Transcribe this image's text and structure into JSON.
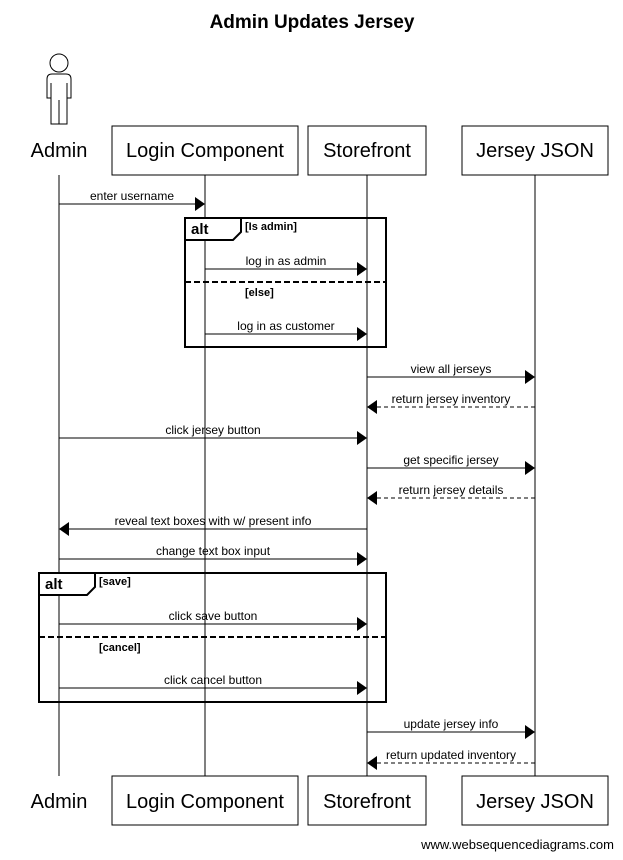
{
  "title": "Admin Updates Jersey",
  "participants": [
    {
      "id": "admin",
      "label": "Admin",
      "kind": "actor"
    },
    {
      "id": "login",
      "label": "Login Component",
      "kind": "box"
    },
    {
      "id": "store",
      "label": "Storefront",
      "kind": "box"
    },
    {
      "id": "json",
      "label": "Jersey JSON",
      "kind": "box"
    }
  ],
  "messages": [
    {
      "from": "admin",
      "to": "login",
      "text": "enter username",
      "style": "solid"
    },
    {
      "from": "login",
      "to": "store",
      "text": "log in as admin",
      "style": "solid"
    },
    {
      "from": "login",
      "to": "store",
      "text": "log in as customer",
      "style": "solid"
    },
    {
      "from": "store",
      "to": "json",
      "text": "view all jerseys",
      "style": "solid"
    },
    {
      "from": "json",
      "to": "store",
      "text": "return jersey inventory",
      "style": "dashed"
    },
    {
      "from": "admin",
      "to": "store",
      "text": "click jersey button",
      "style": "solid"
    },
    {
      "from": "store",
      "to": "json",
      "text": "get specific jersey",
      "style": "solid"
    },
    {
      "from": "json",
      "to": "store",
      "text": "return jersey details",
      "style": "dashed"
    },
    {
      "from": "store",
      "to": "admin",
      "text": "reveal text boxes with w/ present info",
      "style": "solid"
    },
    {
      "from": "admin",
      "to": "store",
      "text": "change text box input",
      "style": "solid"
    },
    {
      "from": "admin",
      "to": "store",
      "text": "click save button",
      "style": "solid"
    },
    {
      "from": "admin",
      "to": "store",
      "text": "click cancel button",
      "style": "solid"
    },
    {
      "from": "store",
      "to": "json",
      "text": "update jersey info",
      "style": "solid"
    },
    {
      "from": "json",
      "to": "store",
      "text": "return updated inventory",
      "style": "dashed"
    }
  ],
  "frames": [
    {
      "keyword": "alt",
      "condition": "[Is admin]",
      "else_condition": "[else]"
    },
    {
      "keyword": "alt",
      "condition": "[save]",
      "else_condition": "[cancel]"
    }
  ],
  "watermark": "www.websequencediagrams.com"
}
